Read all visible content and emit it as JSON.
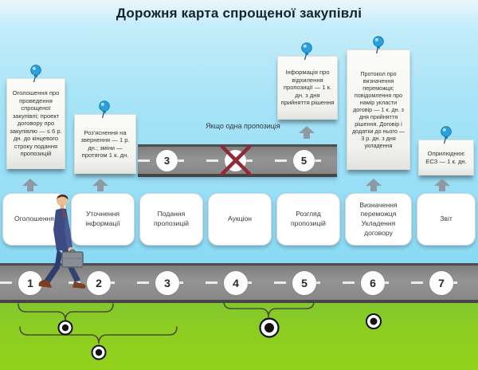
{
  "title": "Дорожня карта спрощеної закупівлі",
  "colors": {
    "sky_blue": "#9fe0f6",
    "grass_green": "#8ccd22",
    "road_gray": "#8d8d8d",
    "note_paper": "#f6f6f3",
    "pin_blue": "#2aa0dd",
    "cross_red": "#8e2b38",
    "arrow_gray": "#8f99a1"
  },
  "sticky_notes": [
    {
      "text": "Оголошення про проведення спрощеної закупівлі; проект договору про закупівлю — ≤ 6 р. дн. до кінцевого строку подання пропозицій"
    },
    {
      "text": "Роз'яснення на звернення — 1 р. дн.; зміни — протягом 1 к. дн."
    },
    {
      "text": "Інформація про відхилення пропозиції — 1 к. дн. з дня прийняття рішення"
    },
    {
      "text": "Протокол про визначення переможця; повідомлення про намір укласти договір — 1 к. дн. з дня прийняття рішення. Договір і додатки до нього — 3 р. дн. з дня укладення"
    },
    {
      "text": "Оприлюднює ЕСЗ — 1 к. дн."
    }
  ],
  "bypass_road": {
    "label": "Якщо одна пропозиція",
    "steps": [
      "3",
      "4",
      "5"
    ],
    "crossed_step": "4"
  },
  "stage_boxes": [
    "Оголошення",
    "Уточнення\nінформації",
    "Подання\nпропозицій",
    "Аукціон",
    "Розгляд\nпропозицій",
    "Визначення\nпереможця\nУкладення\nдоговору",
    "Звіт"
  ],
  "main_road": {
    "steps": [
      "1",
      "2",
      "3",
      "4",
      "5",
      "6",
      "7"
    ]
  }
}
